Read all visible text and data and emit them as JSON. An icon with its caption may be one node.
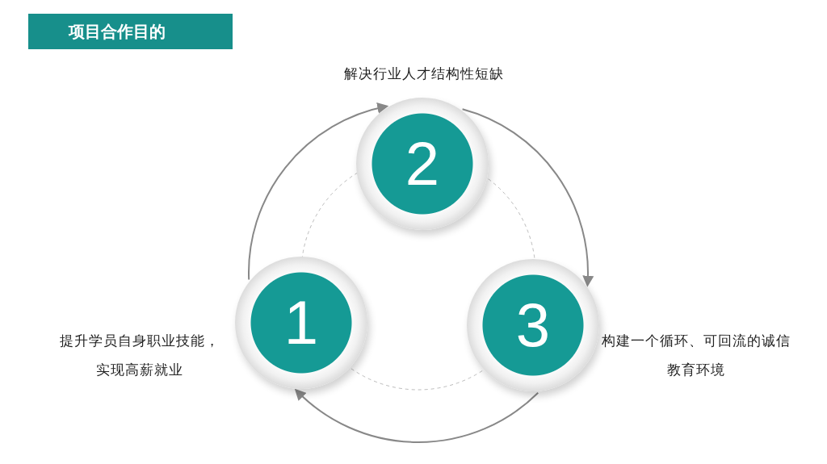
{
  "diagram": {
    "title": "项目合作目的",
    "nodes": [
      {
        "text": [
          "1"
        ],
        "beside": [
          "提升学员自身职业技能，实现高薪就业"
        ]
      },
      {
        "text": [
          "2"
        ],
        "beside": [
          "解决行业人才结构性短缺"
        ]
      },
      {
        "text": [
          "3"
        ],
        "beside": [
          "构建一个循环、可回流的诚信教育环境"
        ]
      }
    ],
    "edges": [
      {
        "from": 0,
        "to": 1,
        "arrow": "to"
      },
      {
        "from": 1,
        "to": 2,
        "arrow": "to"
      },
      {
        "from": 2,
        "to": 0,
        "arrow": "to"
      }
    ]
  }
}
